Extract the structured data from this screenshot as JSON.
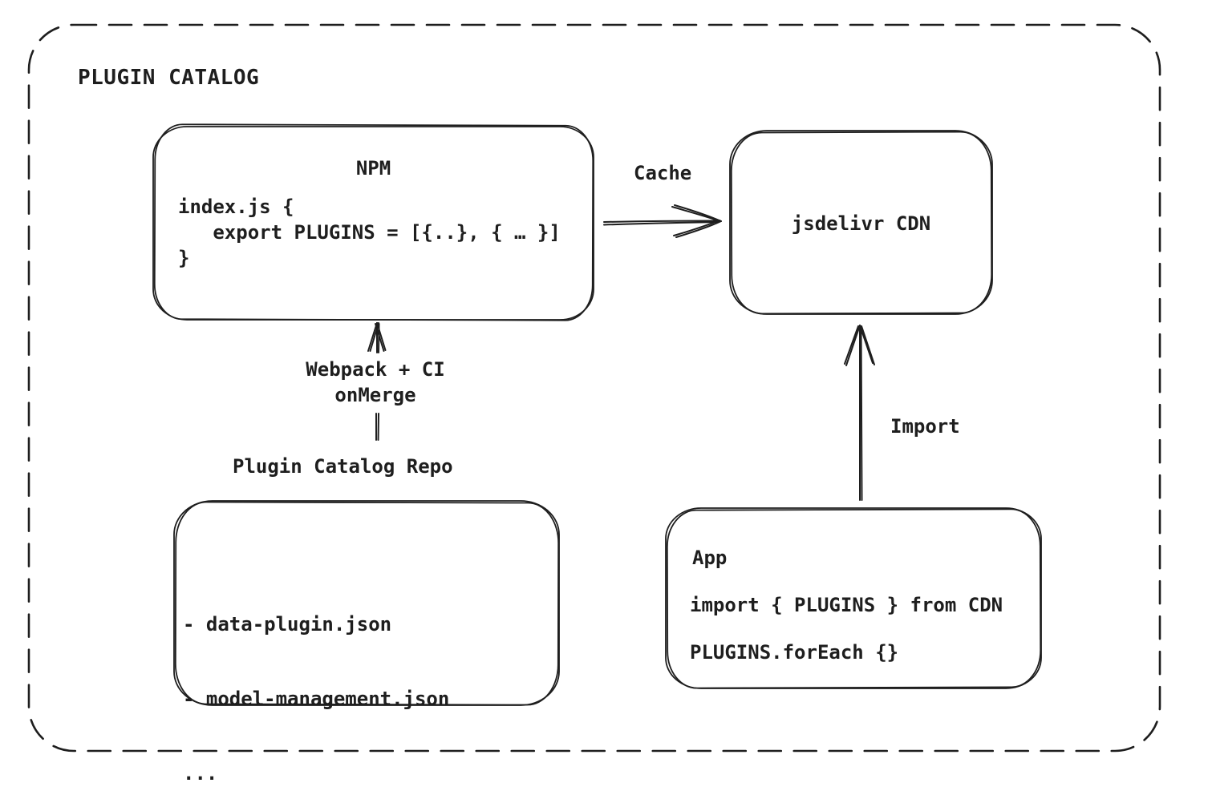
{
  "diagram": {
    "title": "PLUGIN CATALOG",
    "colors": {
      "stroke": "#1e1e1e",
      "background": "#ffffff"
    },
    "nodes": {
      "npm": {
        "title": "NPM",
        "code": "index.js {\n   export PLUGINS = [{..}, { … }]\n}"
      },
      "cdn": {
        "label": "jsdelivr CDN"
      },
      "repo": {
        "label": "Plugin Catalog Repo",
        "items": [
          "- data-plugin.json",
          "- model-management.json",
          "..."
        ]
      },
      "app": {
        "title": "App",
        "lines": [
          "import { PLUGINS } from CDN",
          "PLUGINS.forEach {}"
        ]
      }
    },
    "edges": {
      "cache": {
        "label": "Cache"
      },
      "build": {
        "label_line1": "Webpack + CI",
        "label_line2": "onMerge"
      },
      "import": {
        "label": "Import"
      }
    }
  }
}
